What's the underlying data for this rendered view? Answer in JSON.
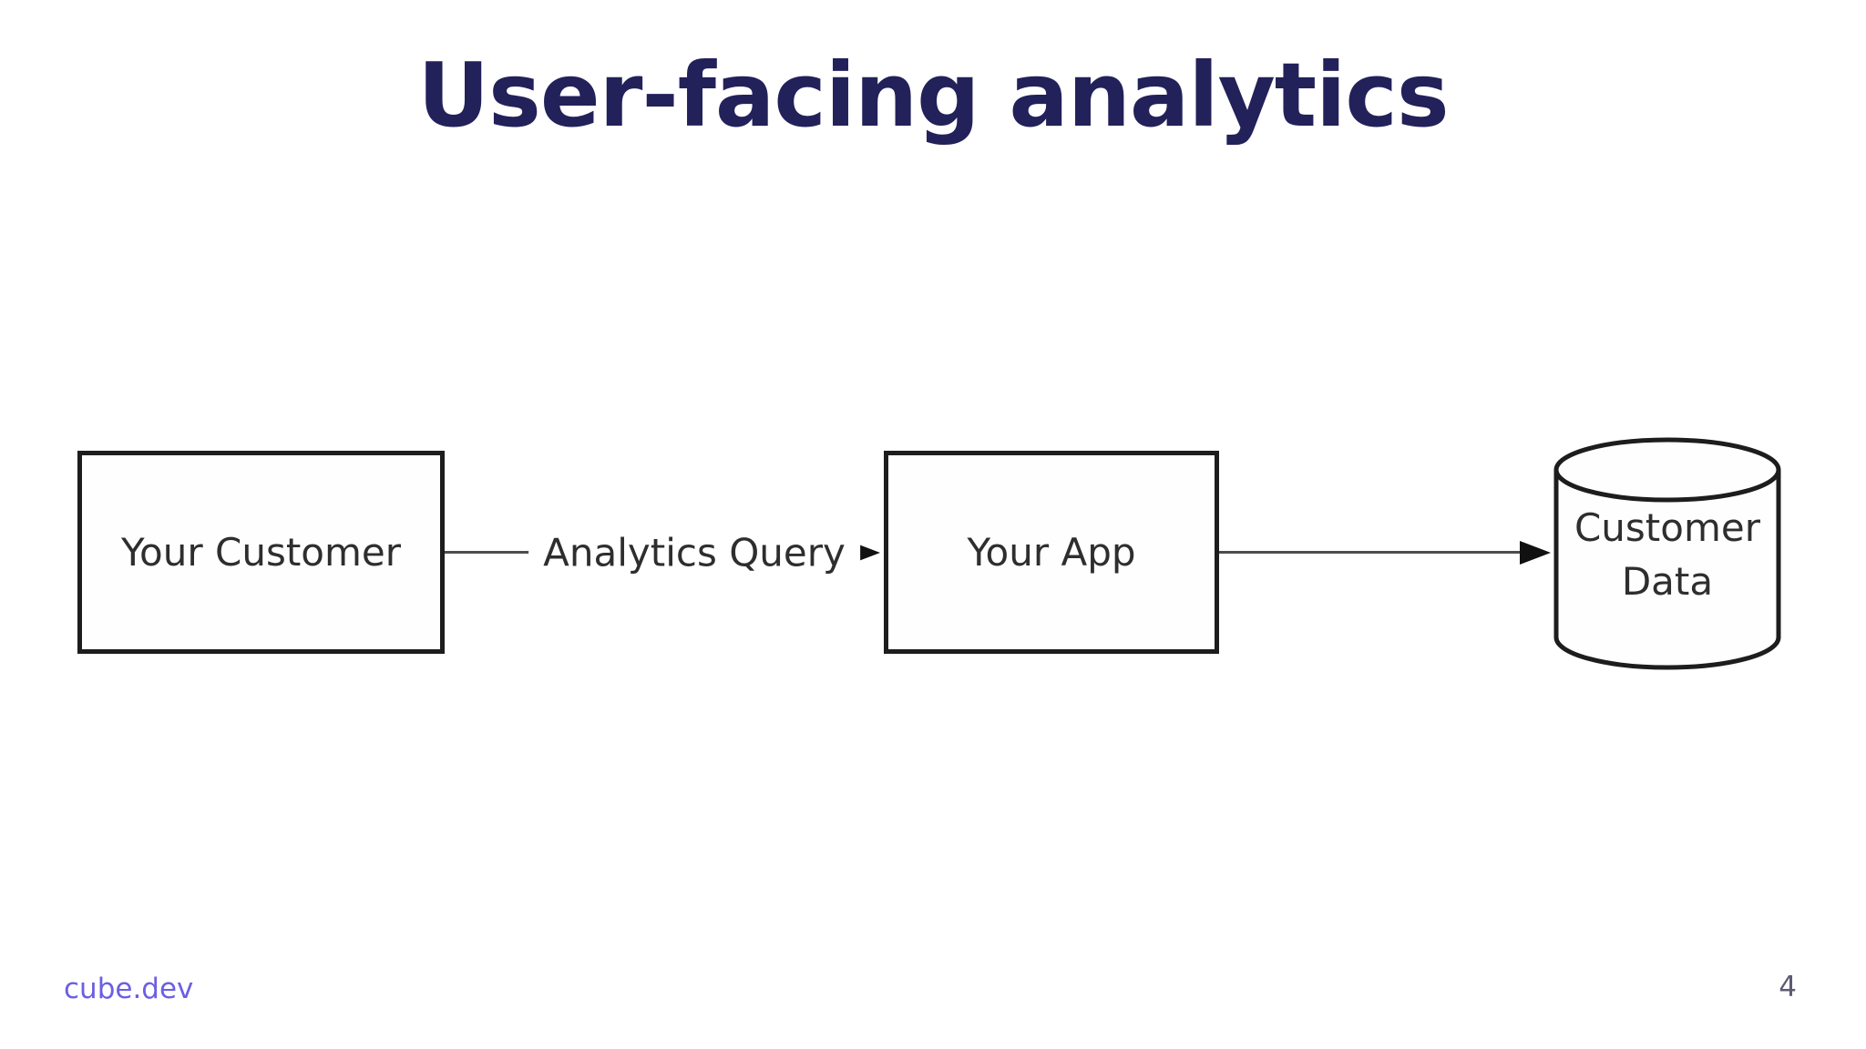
{
  "slide": {
    "title": "User-facing analytics",
    "diagram": {
      "nodes": [
        {
          "id": "your-customer",
          "label": "Your Customer",
          "shape": "rectangle"
        },
        {
          "id": "your-app",
          "label": "Your App",
          "shape": "rectangle"
        },
        {
          "id": "customer-data",
          "label": "Customer Data",
          "shape": "database-cylinder"
        }
      ],
      "edges": [
        {
          "from": "your-customer",
          "to": "your-app",
          "label": "Analytics Query",
          "arrow": "right"
        },
        {
          "from": "your-app",
          "to": "customer-data",
          "label": "",
          "arrow": "right"
        }
      ]
    },
    "footer": {
      "brand": "cube.dev",
      "page_number": "4"
    },
    "colors": {
      "background": "#ffffff",
      "title_text": "#23215a",
      "node_border": "#1d1d1d",
      "node_text": "#2e2e2e",
      "edge_line": "#4d4d4d",
      "arrowhead": "#111111",
      "brand_link": "#6c5fe3",
      "page_number_text": "#5d5a72"
    }
  }
}
